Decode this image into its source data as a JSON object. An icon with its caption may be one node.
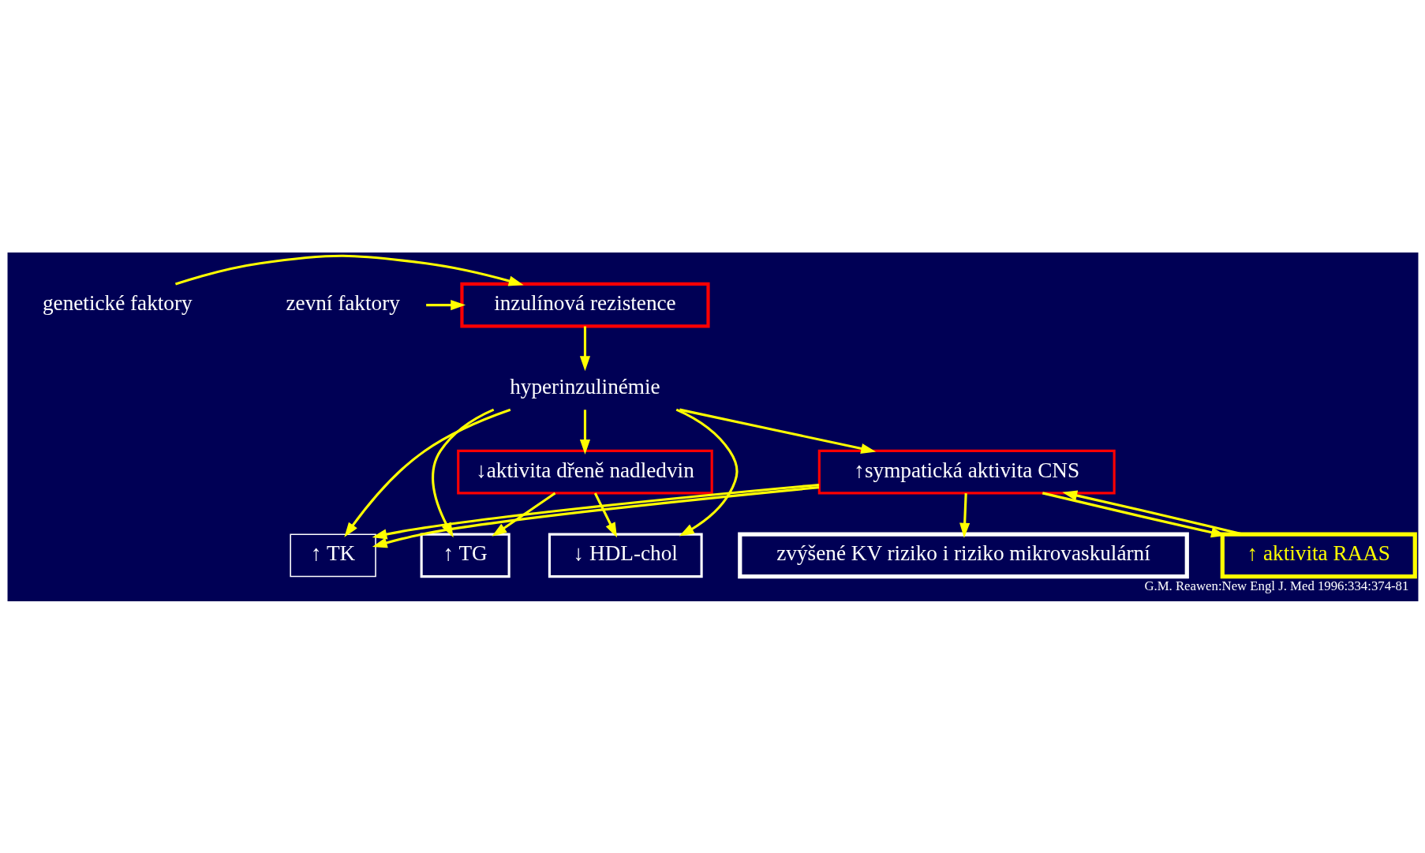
{
  "diagram": {
    "caption": "G.M. Reawen:New Engl J. Med 1996:334:374-81",
    "nodes": [
      {
        "text": [
          "genetické faktory"
        ]
      },
      {
        "text": [
          "inzulínová rezistence"
        ]
      },
      {
        "text": [
          "zevní faktory"
        ]
      },
      {
        "text": [
          "hyperinzulinémie"
        ]
      },
      {
        "text": [
          "↑ TK"
        ]
      },
      {
        "text": [
          "↑ TG"
        ]
      },
      {
        "text": [
          "↓ HDL-chol"
        ]
      },
      {
        "text": [
          "↑sympatická aktivita CNS"
        ]
      },
      {
        "text": [
          "↓aktivita dřeně nadledvin"
        ]
      },
      {
        "text": [
          "zvýšené KV riziko i riziko mikrovaskulární"
        ]
      },
      {
        "text": [
          "↑ aktivita RAAS"
        ]
      }
    ],
    "edges": [
      {
        "from": 0,
        "to": 1,
        "arrow": "to"
      },
      {
        "from": 2,
        "to": 1,
        "arrow": "to"
      },
      {
        "from": 1,
        "to": 3,
        "arrow": "to"
      },
      {
        "from": 3,
        "to": 4,
        "arrow": "to"
      },
      {
        "from": 3,
        "to": 5,
        "arrow": "to"
      },
      {
        "from": 3,
        "to": 6,
        "arrow": "to"
      },
      {
        "from": 3,
        "to": 7,
        "arrow": "to"
      },
      {
        "from": 3,
        "to": 8,
        "arrow": "to"
      },
      {
        "from": 8,
        "to": 5,
        "arrow": "to"
      },
      {
        "from": 8,
        "to": 6,
        "arrow": "to"
      },
      {
        "from": 7,
        "to": 9,
        "arrow": "to"
      },
      {
        "from": 7,
        "to": 4,
        "arrow": "to"
      },
      {
        "from": 7,
        "to": 4,
        "arrow": "to"
      },
      {
        "from": 7,
        "to": 10,
        "arrow": "to"
      },
      {
        "from": 10,
        "to": 7,
        "arrow": "to"
      }
    ]
  }
}
